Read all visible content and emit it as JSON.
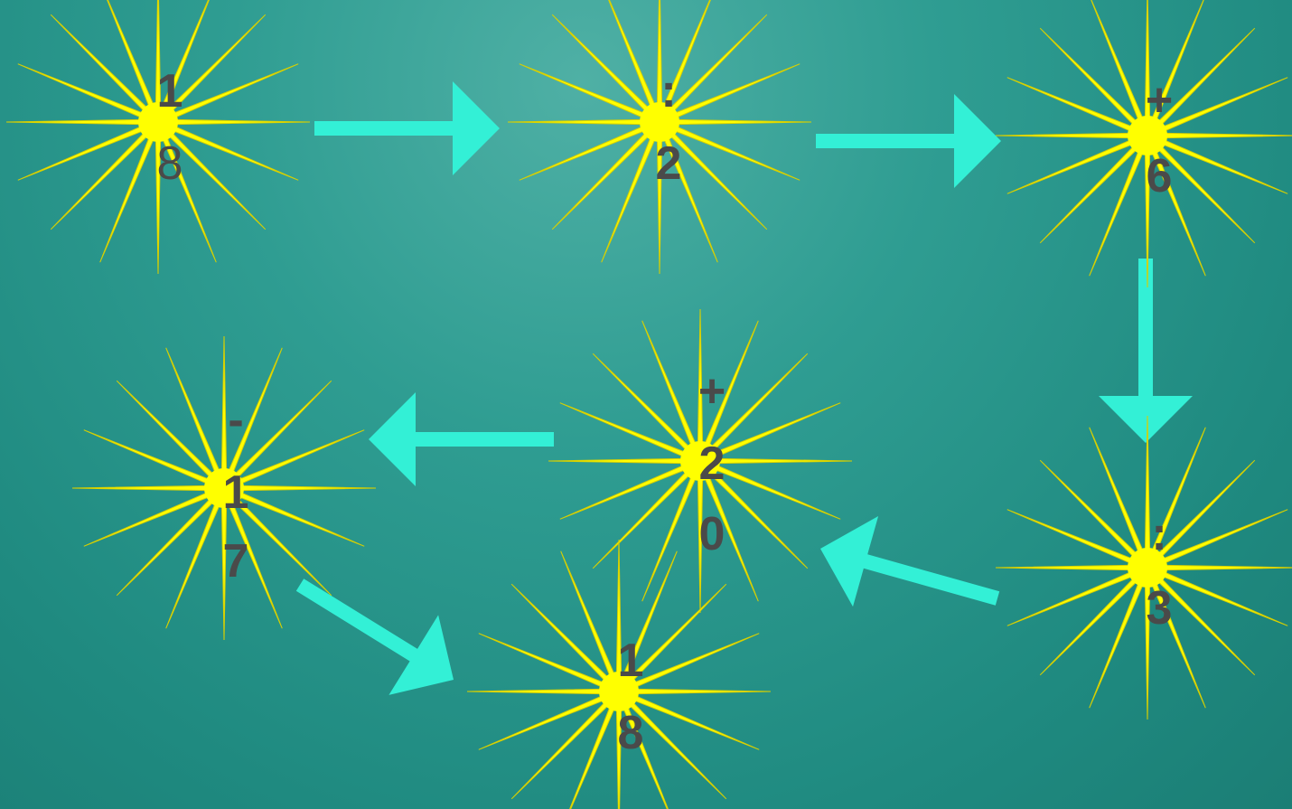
{
  "colors": {
    "ray": "#ffff00",
    "ray_outline": "#d8d000",
    "core": "#ffff00",
    "arrow": "#33f0d6",
    "text": "#4a4a4a"
  },
  "nodes": [
    {
      "id": "n1",
      "lines": [
        "1",
        "8"
      ]
    },
    {
      "id": "n2",
      "lines": [
        ":",
        "2"
      ]
    },
    {
      "id": "n3",
      "lines": [
        "+",
        "6"
      ]
    },
    {
      "id": "n4",
      "lines": [
        ":",
        "3"
      ]
    },
    {
      "id": "n5",
      "lines": [
        "+",
        "2",
        "0"
      ]
    },
    {
      "id": "n6",
      "lines": [
        "-",
        "1",
        "7"
      ]
    },
    {
      "id": "n7",
      "lines": [
        "1",
        "8"
      ]
    }
  ],
  "edges": [
    {
      "from": "n1",
      "to": "n2"
    },
    {
      "from": "n2",
      "to": "n3"
    },
    {
      "from": "n3",
      "to": "n4"
    },
    {
      "from": "n4",
      "to": "n5"
    },
    {
      "from": "n5",
      "to": "n6"
    },
    {
      "from": "n6",
      "to": "n7"
    }
  ]
}
